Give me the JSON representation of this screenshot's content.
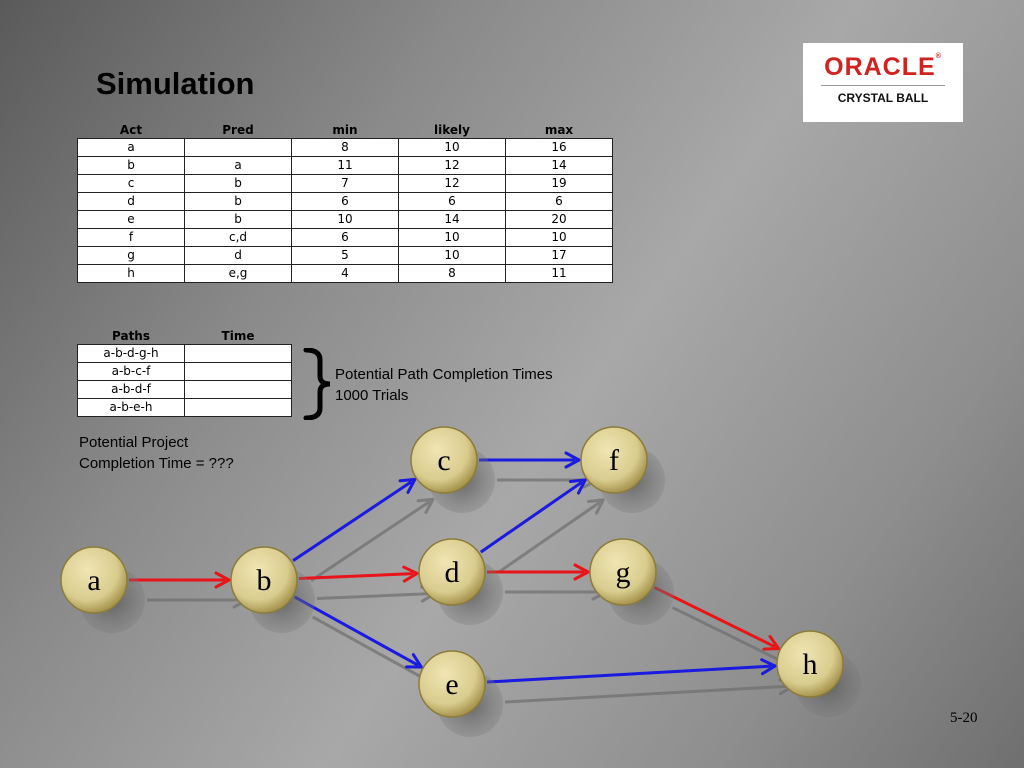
{
  "title": "Simulation",
  "logo": {
    "brand": "ORACLE",
    "mark": "®",
    "product": "CRYSTAL BALL"
  },
  "activities": {
    "headers": [
      "Act",
      "Pred",
      "min",
      "likely",
      "max"
    ],
    "rows": [
      [
        "a",
        "",
        "8",
        "10",
        "16"
      ],
      [
        "b",
        "a",
        "11",
        "12",
        "14"
      ],
      [
        "c",
        "b",
        "7",
        "12",
        "19"
      ],
      [
        "d",
        "b",
        "6",
        "6",
        "6"
      ],
      [
        "e",
        "b",
        "10",
        "14",
        "20"
      ],
      [
        "f",
        "c,d",
        "6",
        "10",
        "10"
      ],
      [
        "g",
        "d",
        "5",
        "10",
        "17"
      ],
      [
        "h",
        "e,g",
        "4",
        "8",
        "11"
      ]
    ]
  },
  "paths": {
    "headers": [
      "Paths",
      "Time"
    ],
    "rows": [
      [
        "a-b-d-g-h",
        ""
      ],
      [
        "a-b-c-f",
        ""
      ],
      [
        "a-b-d-f",
        ""
      ],
      [
        "a-b-e-h",
        ""
      ]
    ]
  },
  "notes": {
    "paths_line1": "Potential Path Completion Times",
    "paths_line2": "1000 Trials",
    "project_line1": "Potential Project",
    "project_line2": "Completion Time = ???"
  },
  "network": {
    "nodes": [
      "a",
      "b",
      "c",
      "d",
      "e",
      "f",
      "g",
      "h"
    ],
    "edges": [
      {
        "from": "a",
        "to": "b",
        "color": "#e8141a"
      },
      {
        "from": "b",
        "to": "c",
        "color": "#1a1ae0"
      },
      {
        "from": "b",
        "to": "d",
        "color": "#e8141a"
      },
      {
        "from": "b",
        "to": "e",
        "color": "#1a1ae0"
      },
      {
        "from": "c",
        "to": "f",
        "color": "#1a1ae0"
      },
      {
        "from": "d",
        "to": "f",
        "color": "#1a1ae0"
      },
      {
        "from": "d",
        "to": "g",
        "color": "#e8141a"
      },
      {
        "from": "g",
        "to": "h",
        "color": "#e8141a"
      },
      {
        "from": "e",
        "to": "h",
        "color": "#1a1ae0"
      }
    ],
    "critical_path_color": "#e8141a",
    "other_path_color": "#1a1ae0",
    "node_fill": "#d9cc8e"
  },
  "page_number": "5-20"
}
